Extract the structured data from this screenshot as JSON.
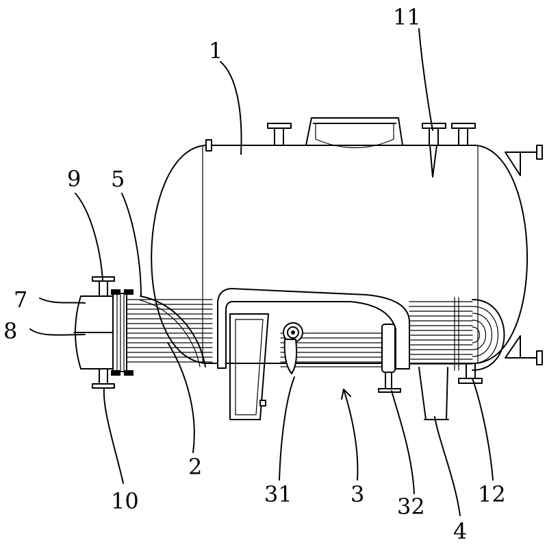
{
  "labels": {
    "n1": "1",
    "n2": "2",
    "n3": "3",
    "n4": "4",
    "n5": "5",
    "n7": "7",
    "n8": "8",
    "n9": "9",
    "n10": "10",
    "n11": "11",
    "n12": "12",
    "n31": "31",
    "n32": "32"
  }
}
